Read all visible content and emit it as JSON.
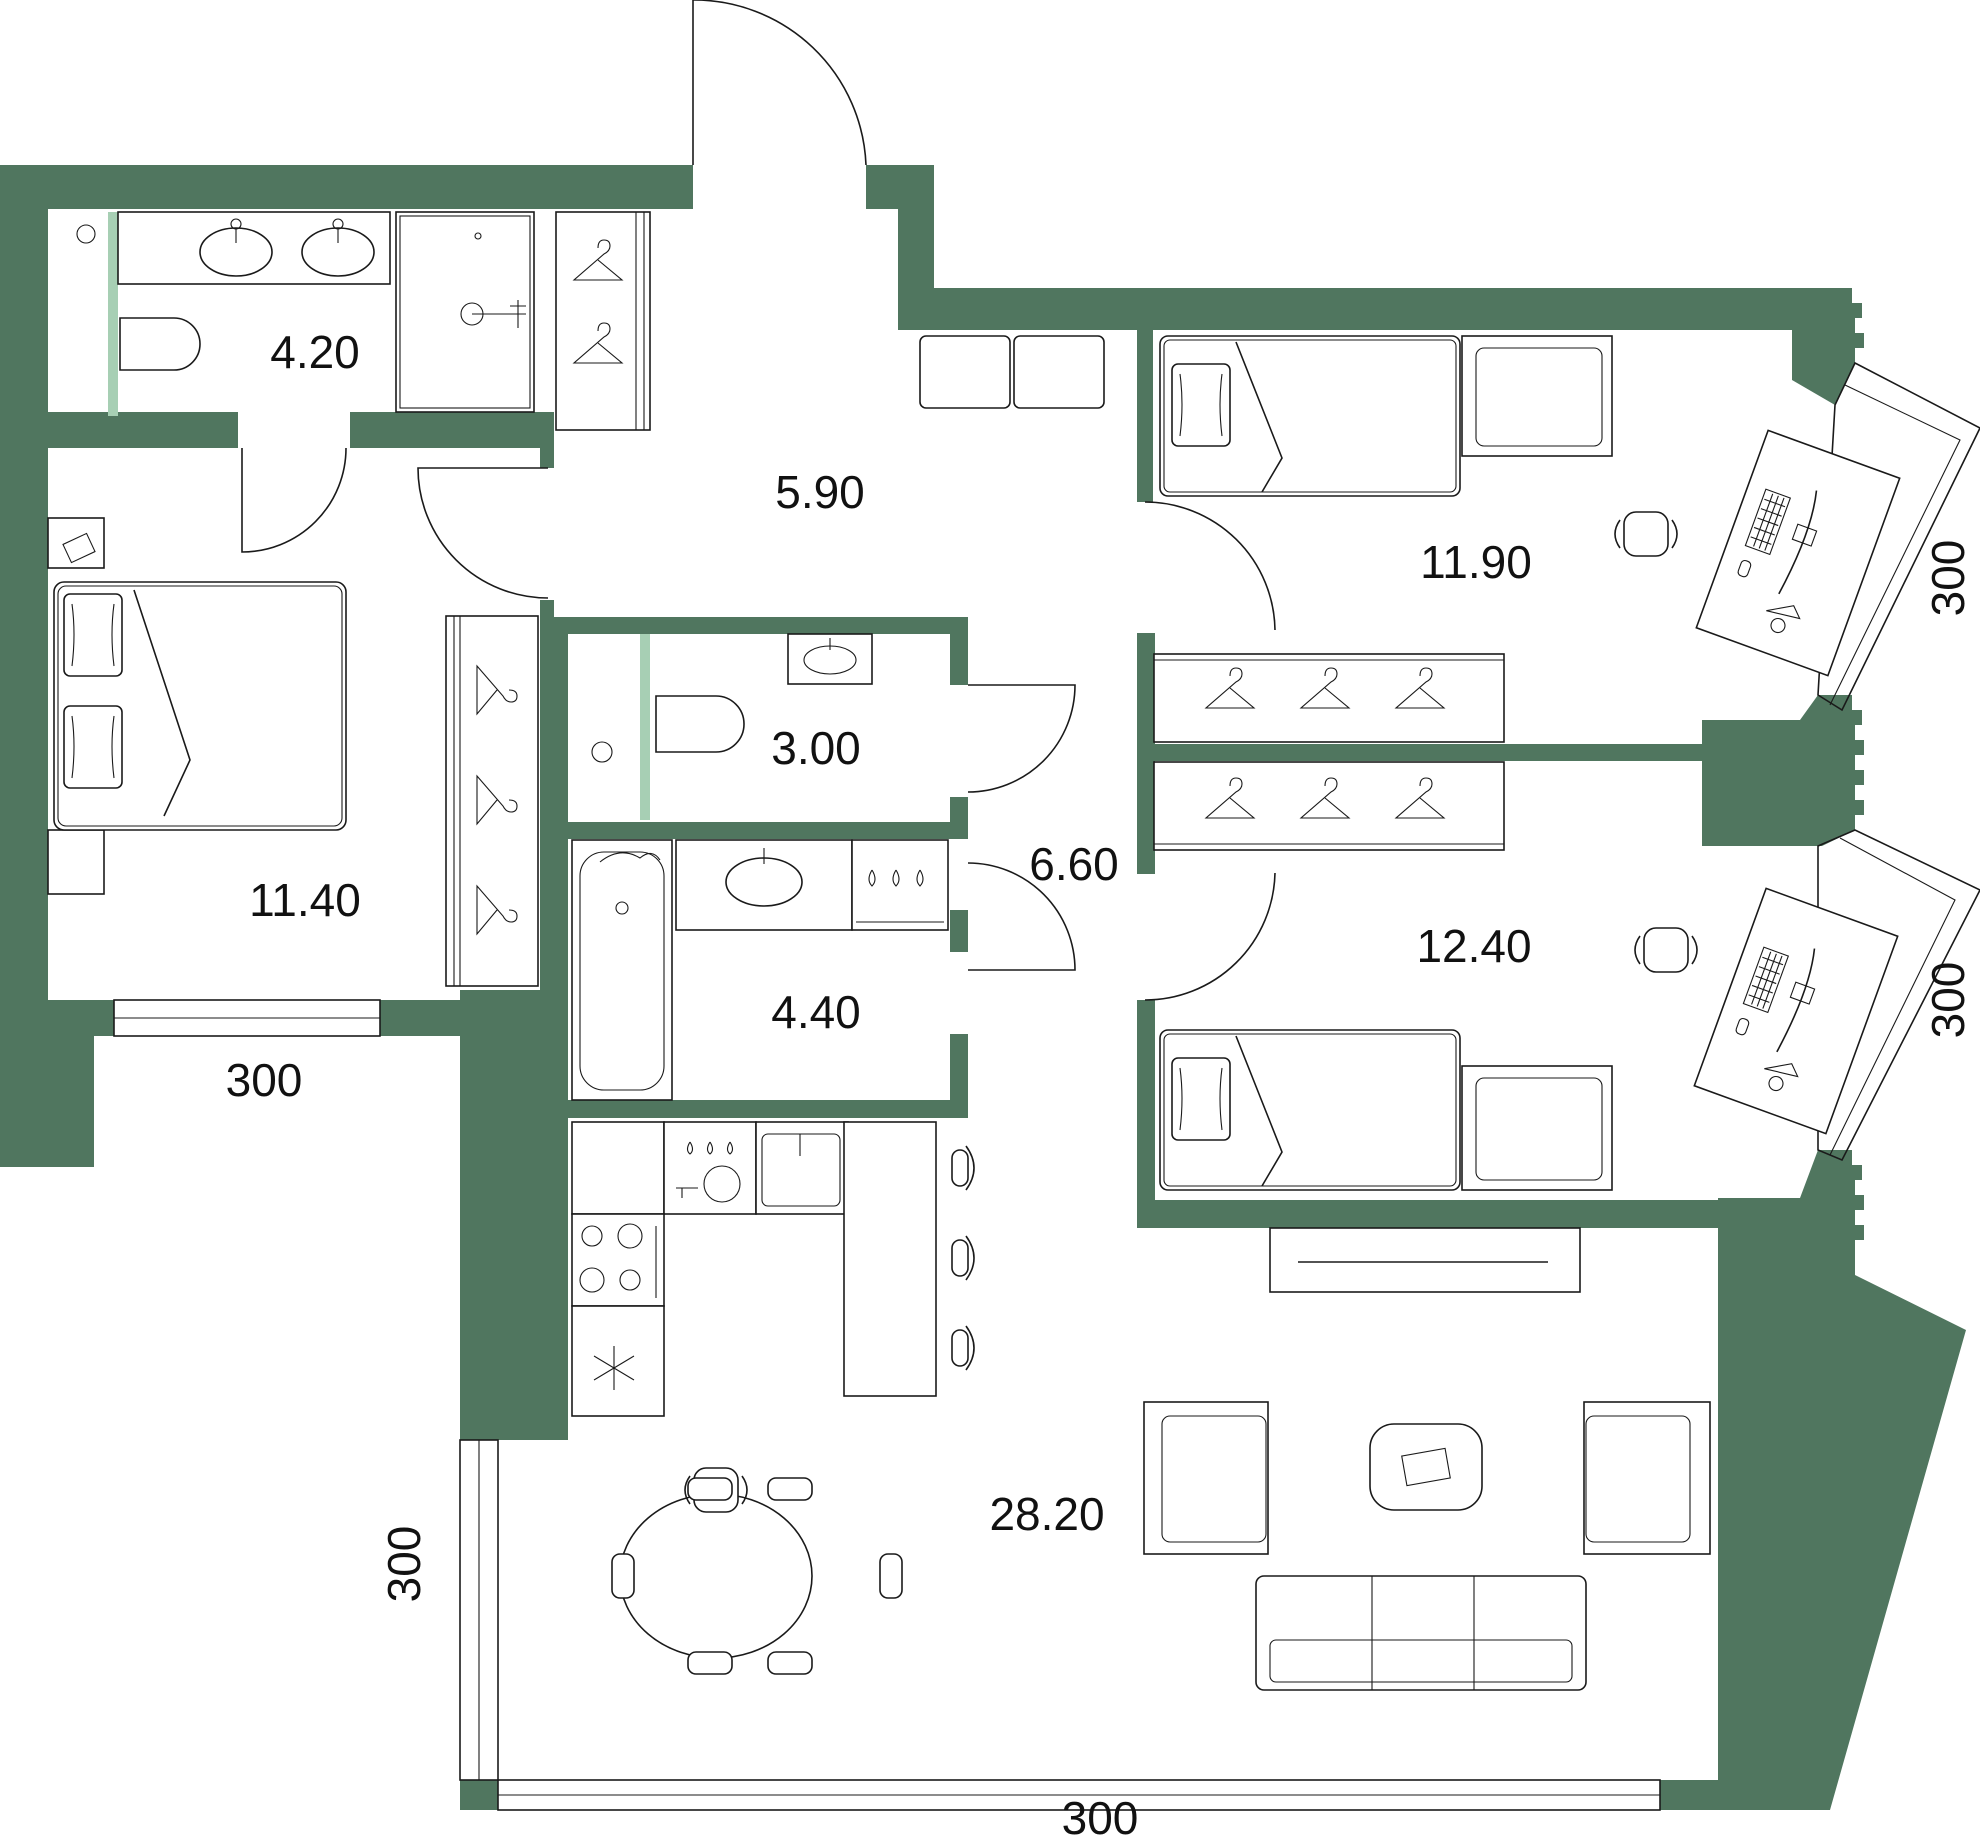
{
  "colors": {
    "wall": "#50765f",
    "glass": "#a7cfb4",
    "line": "#1a1a1a",
    "background": "#ffffff"
  },
  "rooms": {
    "bathroom_top": "4.20",
    "hall": "5.90",
    "bedroom_left": "11.40",
    "wc": "3.00",
    "bathroom_mid": "4.40",
    "corridor": "6.60",
    "bedroom_top_right": "11.90",
    "bedroom_bottom_right": "12.40",
    "living_kitchen": "28.20"
  },
  "dimensions": {
    "window_bedroom_left": "300",
    "window_right_top": "300",
    "window_right_bottom": "300",
    "window_living_left": "300",
    "window_living_bottom": "300"
  }
}
